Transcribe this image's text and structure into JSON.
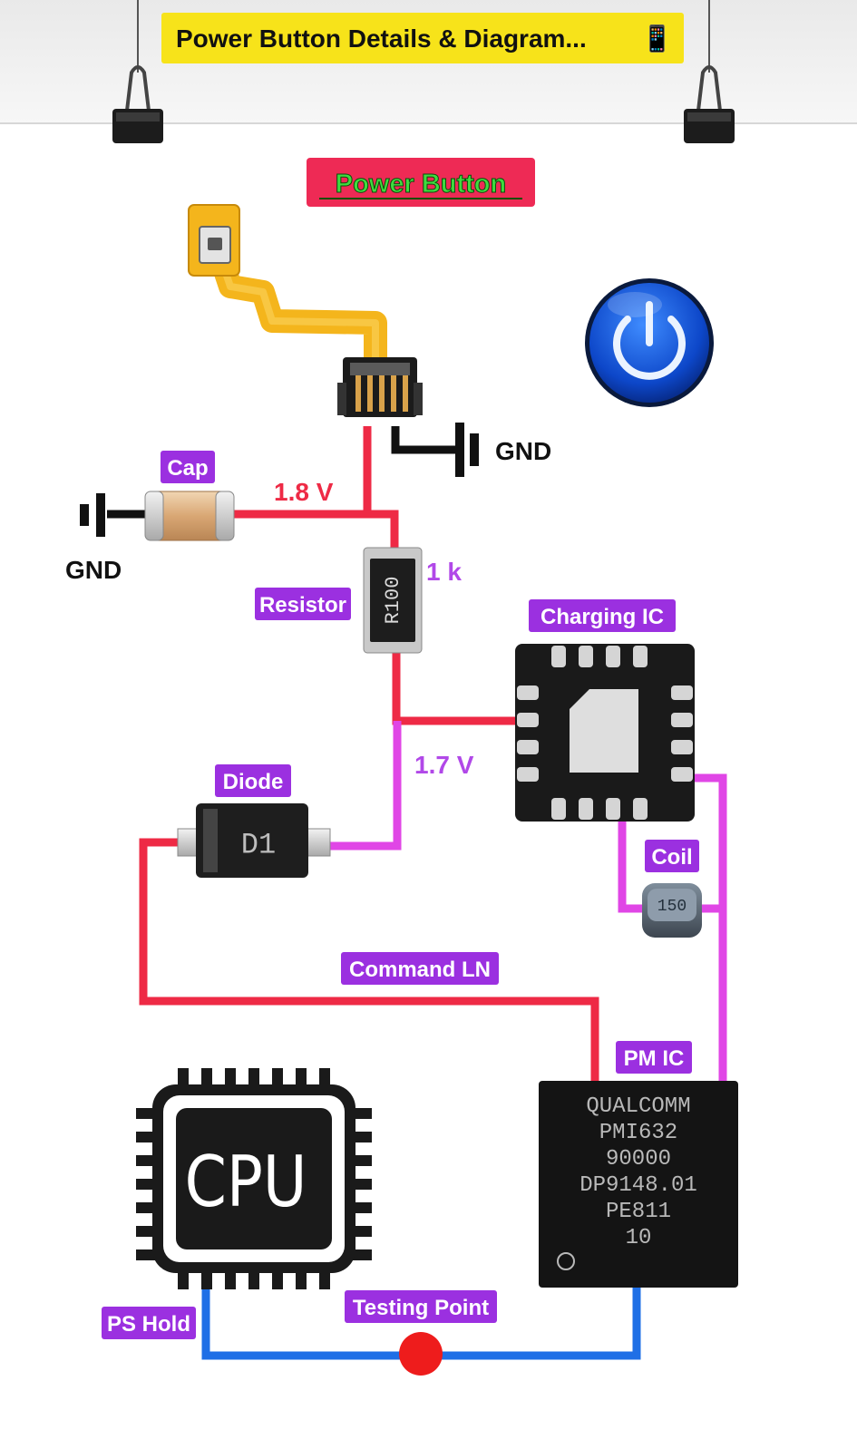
{
  "header": {
    "title": "Power Button Details & Diagram...",
    "title_emoji": "📱",
    "banner_color": "#f7e31a"
  },
  "diagram": {
    "main_label": "Power Button",
    "labels": {
      "cap": "Cap",
      "resistor": "Resistor",
      "charging_ic": "Charging IC",
      "diode": "Diode",
      "coil": "Coil",
      "command_line": "Command LN",
      "pm_ic": "PM IC",
      "ps_hold": "PS Hold",
      "testing_point": "Testing Point"
    },
    "values": {
      "v18": "1.8 V",
      "v17": "1.7 V",
      "resistance": "1 k"
    },
    "gnd_right": "GND",
    "gnd_left": "GND",
    "resistor_marking": "R100",
    "diode_marking": "D1",
    "coil_marking": "150",
    "cpu_text": "CPU",
    "pm_ic_marking": [
      "QUALCOMM",
      "PMI632",
      "90000",
      "DP9148.01",
      "PE811",
      "10"
    ],
    "colors": {
      "red_line": "#ee2a45",
      "magenta_line": "#e046e6",
      "blue_line": "#1f6fe6",
      "black_line": "#111111",
      "tag_purple": "#9b30e0",
      "value_purple": "#b148e8",
      "flex_yellow": "#f4b51c",
      "test_point": "#ee1c1c"
    },
    "icons": [
      "power-icon",
      "ground-symbol-icon",
      "cpu-chip-icon",
      "binder-clip-icon"
    ]
  }
}
